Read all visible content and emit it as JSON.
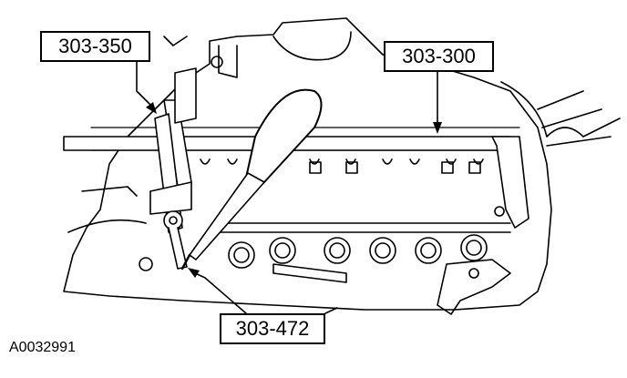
{
  "labels": {
    "tool_303_350": "303-350",
    "tool_303_300": "303-300",
    "tool_303_472": "303-472"
  },
  "figure_id": "A0032991",
  "colors": {
    "line": "#000000",
    "background": "#ffffff"
  }
}
